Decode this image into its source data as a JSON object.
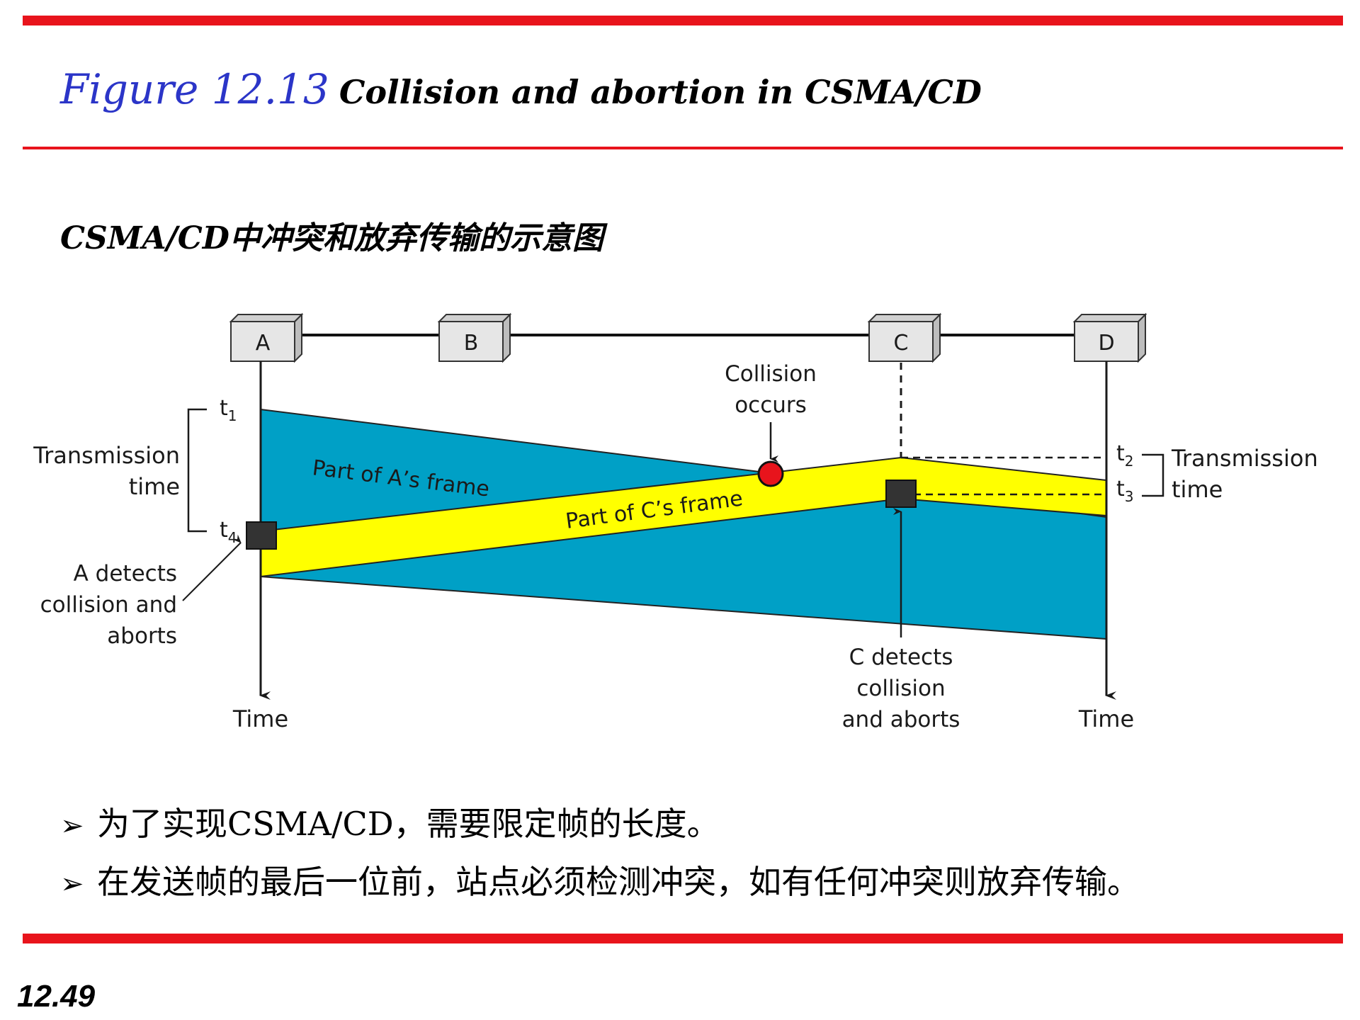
{
  "header": {
    "figure_label": "Figure 12.13",
    "caption": "Collision and abortion in CSMA/CD"
  },
  "subtitle": "CSMA/CD中冲突和放弃传输的示意图",
  "diagram": {
    "stations": [
      "A",
      "B",
      "C",
      "D"
    ],
    "labels": {
      "t1_sym": "t",
      "t1_sub": "1",
      "t2_sym": "t",
      "t2_sub": "2",
      "t3_sym": "t",
      "t3_sub": "3",
      "t4_sym": "t",
      "t4_sub": "4",
      "tx_time_left_1": "Transmission",
      "tx_time_left_2": "time",
      "tx_time_right_1": "Transmission",
      "tx_time_right_2": "time",
      "collision_1": "Collision",
      "collision_2": "occurs",
      "frame_a": "Part of A’s frame",
      "frame_c": "Part of C’s frame",
      "a_detects_1": "A detects",
      "a_detects_2": "collision and",
      "a_detects_3": "aborts",
      "c_detects_1": "C detects",
      "c_detects_2": "collision",
      "c_detects_3": "and aborts",
      "time_left": "Time",
      "time_right": "Time"
    },
    "colors": {
      "frame_a": "#00a0c6",
      "frame_c": "#ffff00",
      "collision_marker": "#e8141c",
      "detect_marker": "#333333",
      "station_box": "#e6e6e6"
    }
  },
  "bullets": [
    "为了实现CSMA/CD，需要限定帧的长度。",
    "在发送帧的最后一位前，站点必须检测冲突，如有任何冲突则放弃传输。"
  ],
  "bullet_icon": "arrow-bullet-icon",
  "bullet_glyph": "➢",
  "page_number": "12.49",
  "colors": {
    "rule": "#e8141c",
    "figure_label": "#2b35c8"
  }
}
